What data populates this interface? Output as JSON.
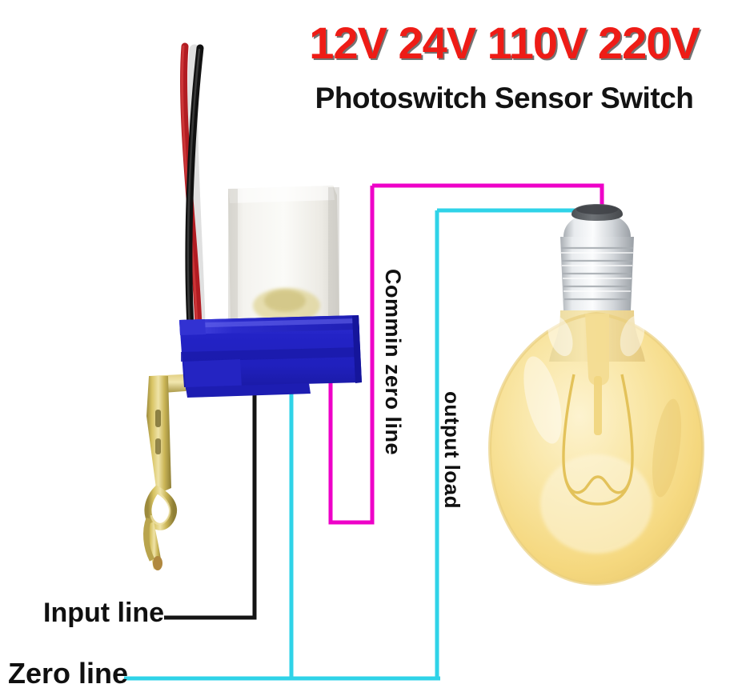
{
  "headings": {
    "voltage_title": "12V 24V 110V 220V",
    "product_subtitle": "Photoswitch Sensor Switch"
  },
  "labels": {
    "commin_zero_line": "Commin zero line",
    "output_load": "output load",
    "input_line": "Input line",
    "zero_line": "Zero line"
  },
  "colors": {
    "voltage_red": "#ee1c16",
    "text_black": "#131313",
    "magenta_wire": "#ee00c8",
    "cyan_wire": "#2fd3e8",
    "black_wire": "#111111",
    "device_body_blue": "#2626c8",
    "device_dome_white": "#f2f2f0",
    "bracket_brass": "#c9b352",
    "bulb_glass_amber": "#f7dd8a",
    "bulb_socket_silver": "#d8dadd",
    "bulb_tip_gray": "#5d6064",
    "lead_wire_red": "#b21c22",
    "lead_wire_black": "#111111",
    "lead_wire_white": "#e9e9e9",
    "background": "#ffffff"
  },
  "diagram": {
    "type": "wiring-diagram",
    "device_name": "photoswitch-sensor-switch",
    "load_name": "incandescent-light-bulb",
    "connections": [
      {
        "name": "input-line",
        "color": "#111111",
        "from": "device-terminal-1",
        "to": "input-line-label"
      },
      {
        "name": "commin-zero-line",
        "color": "#ee00c8",
        "from": "device-terminal-3",
        "to": "bulb-top-contact"
      },
      {
        "name": "output-load",
        "color": "#2fd3e8",
        "from": "device-terminal-2",
        "to": "bulb-side-contact"
      },
      {
        "name": "zero-line",
        "color": "#2fd3e8",
        "from": "zero-line-label",
        "to": "output-load-bus"
      }
    ],
    "device_lead_wires": [
      "red",
      "black",
      "white"
    ]
  }
}
